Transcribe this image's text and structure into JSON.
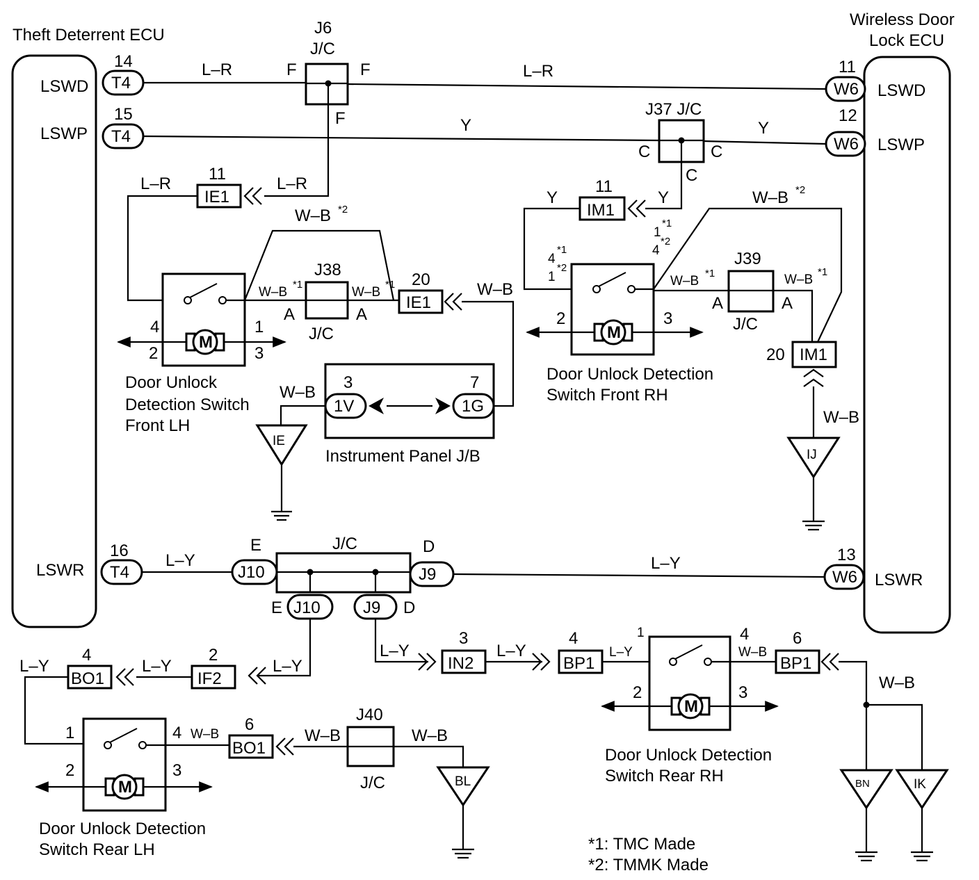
{
  "ecus": {
    "theft": {
      "title": "Theft Deterrent ECU",
      "pin1": "LSWD",
      "pin2": "LSWP",
      "pin3": "LSWR"
    },
    "wireless": {
      "title_line1": "Wireless Door",
      "title_line2": "Lock ECU",
      "pin1": "LSWD",
      "pin2": "LSWP",
      "pin3": "LSWR"
    }
  },
  "connectors": {
    "t4_14": {
      "id": "T4",
      "pin": "14"
    },
    "t4_15": {
      "id": "T4",
      "pin": "15"
    },
    "t4_16": {
      "id": "T4",
      "pin": "16"
    },
    "w6_11": {
      "id": "W6",
      "pin": "11"
    },
    "w6_12": {
      "id": "W6",
      "pin": "12"
    },
    "w6_13": {
      "id": "W6",
      "pin": "13"
    },
    "ie1_11": {
      "id": "IE1",
      "pin": "11"
    },
    "ie1_20": {
      "id": "IE1",
      "pin": "20"
    },
    "im1_11": {
      "id": "IM1",
      "pin": "11"
    },
    "im1_20": {
      "id": "IM1",
      "pin": "20"
    },
    "v1": {
      "id": "1V",
      "pin": "3"
    },
    "g1": {
      "id": "1G",
      "pin": "7"
    },
    "j10a": {
      "id": "J10",
      "pin": "E"
    },
    "j9a": {
      "id": "J9",
      "pin": "D"
    },
    "j10b": {
      "id": "J10",
      "pin": "E"
    },
    "j9b": {
      "id": "J9",
      "pin": "D"
    },
    "in2": {
      "id": "IN2",
      "pin": "3"
    },
    "bp1a": {
      "id": "BP1",
      "pin": "4"
    },
    "bp1b": {
      "id": "BP1",
      "pin": "6"
    },
    "bo1a": {
      "id": "BO1",
      "pin": "4"
    },
    "if2": {
      "id": "IF2",
      "pin": "2"
    },
    "bo1b": {
      "id": "BO1",
      "pin": "6"
    }
  },
  "junctions": {
    "j6": {
      "name": "J6",
      "type": "J/C",
      "pin": "F"
    },
    "j37": {
      "name": "J37 J/C",
      "pin": "C"
    },
    "j38": {
      "name": "J38",
      "type": "J/C",
      "pin": "A"
    },
    "j39": {
      "name": "J39",
      "type": "J/C",
      "pin": "A"
    },
    "j40": {
      "name": "J40",
      "type": "J/C"
    },
    "jc_rear": {
      "type": "J/C"
    }
  },
  "wires": {
    "lr": "L–R",
    "y": "Y",
    "wb": "W–B",
    "ly": "L–Y",
    "wb_note1": "W–B*1",
    "wb_note2": "W–B*2",
    "wb_base": "W–B",
    "note_1": "*1",
    "note_2": "*2"
  },
  "switches": {
    "front_lh": {
      "line1": "Door Unlock",
      "line2": "Detection Switch",
      "line3": "Front LH",
      "pins": [
        "4",
        "2",
        "1",
        "3"
      ]
    },
    "front_rh": {
      "line1": "Door Unlock Detection",
      "line2": "Switch Front RH",
      "pins": [
        "4",
        "1",
        "2",
        "3"
      ],
      "alt1": "1",
      "alt2": "4"
    },
    "rear_rh": {
      "line1": "Door Unlock Detection",
      "line2": "Switch Rear RH",
      "pins": [
        "1",
        "4",
        "2",
        "3"
      ]
    },
    "rear_lh": {
      "line1": "Door Unlock Detection",
      "line2": "Switch Rear LH",
      "pins": [
        "1",
        "4",
        "2",
        "3"
      ]
    },
    "motor": "M"
  },
  "junction_block": {
    "label": "Instrument Panel J/B"
  },
  "grounds": {
    "ie": "IE",
    "ij": "IJ",
    "bl": "BL",
    "bn": "BN",
    "ik": "IK"
  },
  "notes": {
    "line1": "*1: TMC Made",
    "line2": "*2: TMMK Made"
  }
}
